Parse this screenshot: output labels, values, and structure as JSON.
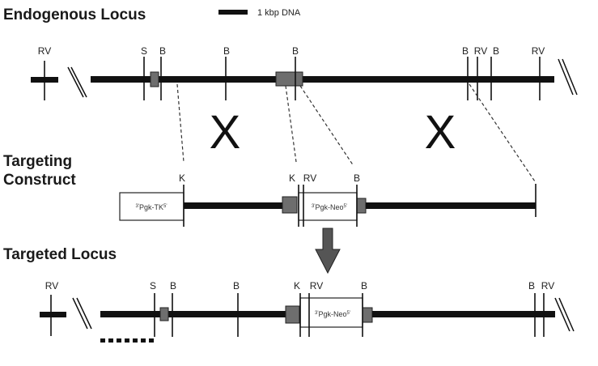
{
  "titles": {
    "endogenous": "Endogenous Locus",
    "targeting_line1": "Targeting",
    "targeting_line2": "Construct",
    "targeted": "Targeted Locus"
  },
  "scale_bar": {
    "label": "1 kbp DNA"
  },
  "crossover_symbol": "X",
  "endogenous_sites": [
    "RV",
    "S",
    "B",
    "B",
    "B",
    "B",
    "RV",
    "B",
    "RV"
  ],
  "construct_sites": [
    "K",
    "K",
    "RV",
    "B"
  ],
  "targeted_sites": [
    "RV",
    "S",
    "B",
    "B",
    "K",
    "RV",
    "B",
    "B",
    "RV"
  ],
  "cassettes": {
    "tk": {
      "prefix": "3'",
      "name": "Pgk-TK",
      "suffix": "5'"
    },
    "neo": {
      "prefix": "3'",
      "name": "Pgk-Neo",
      "suffix": "5'"
    }
  },
  "colors": {
    "dna": "#111111",
    "exon_fill": "#6e6e6e",
    "cassette_fill": "#ffffff",
    "arrow_fill": "#555555"
  }
}
